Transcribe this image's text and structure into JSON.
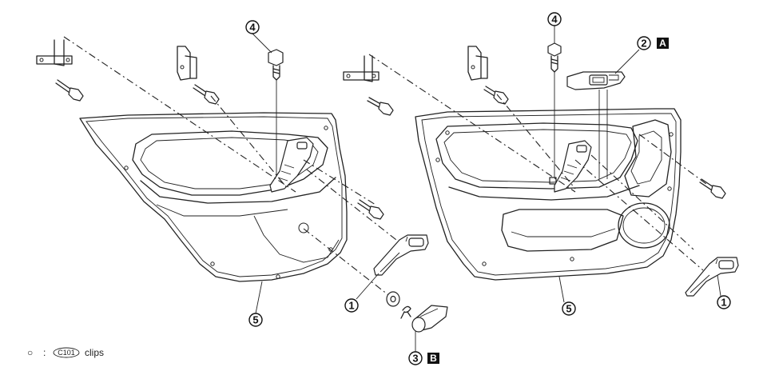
{
  "callouts": {
    "armrest_left": "1",
    "armrest_right": "1",
    "switch_panel": "2",
    "pull_handle": "3",
    "screw_left": "4",
    "screw_right": "4",
    "trim_left": "5",
    "trim_right": "5"
  },
  "tags": {
    "switch_panel": "A",
    "pull_handle": "B"
  },
  "legend": {
    "symbol": "○",
    "separator": ":",
    "code": "C101",
    "label": "clips"
  }
}
